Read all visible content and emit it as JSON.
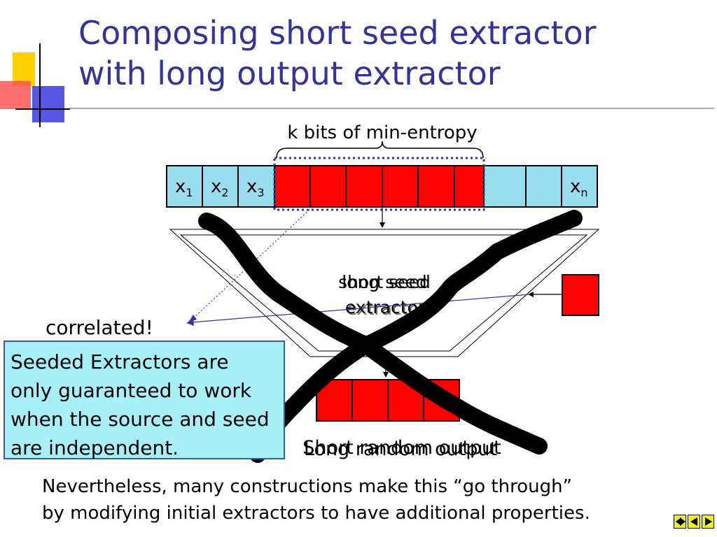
{
  "slide": {
    "title_line1": "Composing short seed extractor",
    "title_line2": "with long output extractor"
  },
  "diagram": {
    "brace_label": "k bits of min-entropy",
    "source_cells": [
      "x",
      "x",
      "x",
      "",
      "",
      "",
      "",
      "",
      "",
      "",
      "",
      "x"
    ],
    "source_subscripts": [
      "1",
      "2",
      "3",
      "",
      "",
      "",
      "",
      "",
      "",
      "",
      "",
      "n"
    ],
    "extractor_label_line1_a": "long seed",
    "extractor_label_line1_b": "short seed",
    "extractor_label_line2": "extractor",
    "output_label_a": "Long random output",
    "output_label_b": "Short random output",
    "correlated_label": "correlated!",
    "colors": {
      "cell_red": "#ff0000",
      "cell_blue": "#99ddee",
      "dotted_box": "#3333aa",
      "extractor_text": "#4444cc",
      "title": "#333399"
    }
  },
  "callout": {
    "line1": "Seeded Extractors are",
    "line2": "only guaranteed to work",
    "line3": "when the source and seed",
    "line4": "are independent."
  },
  "footer": {
    "line1": "Nevertheless, many constructions make this “go through”",
    "line2": "by modifying initial extractors to have additional properties."
  },
  "nav": {
    "icons": [
      "home-icon",
      "previous-icon",
      "next-icon"
    ]
  }
}
